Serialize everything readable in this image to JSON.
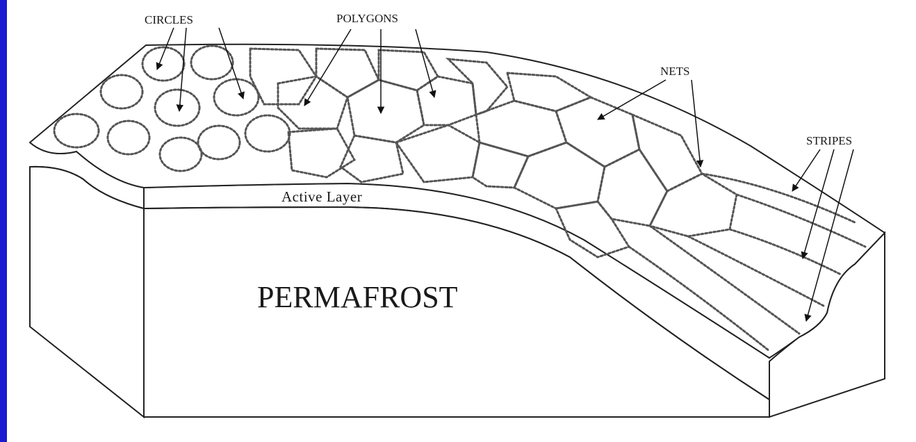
{
  "diagram": {
    "labels": {
      "circles": "CIRCLES",
      "polygons": "POLYGONS",
      "nets": "NETS",
      "stripes": "STRIPES",
      "active_layer": "Active Layer",
      "permafrost": "PERMAFROST"
    },
    "colors": {
      "frame_accent": "#1a1ad0",
      "line": "#222222",
      "gravel": "#555555"
    }
  }
}
